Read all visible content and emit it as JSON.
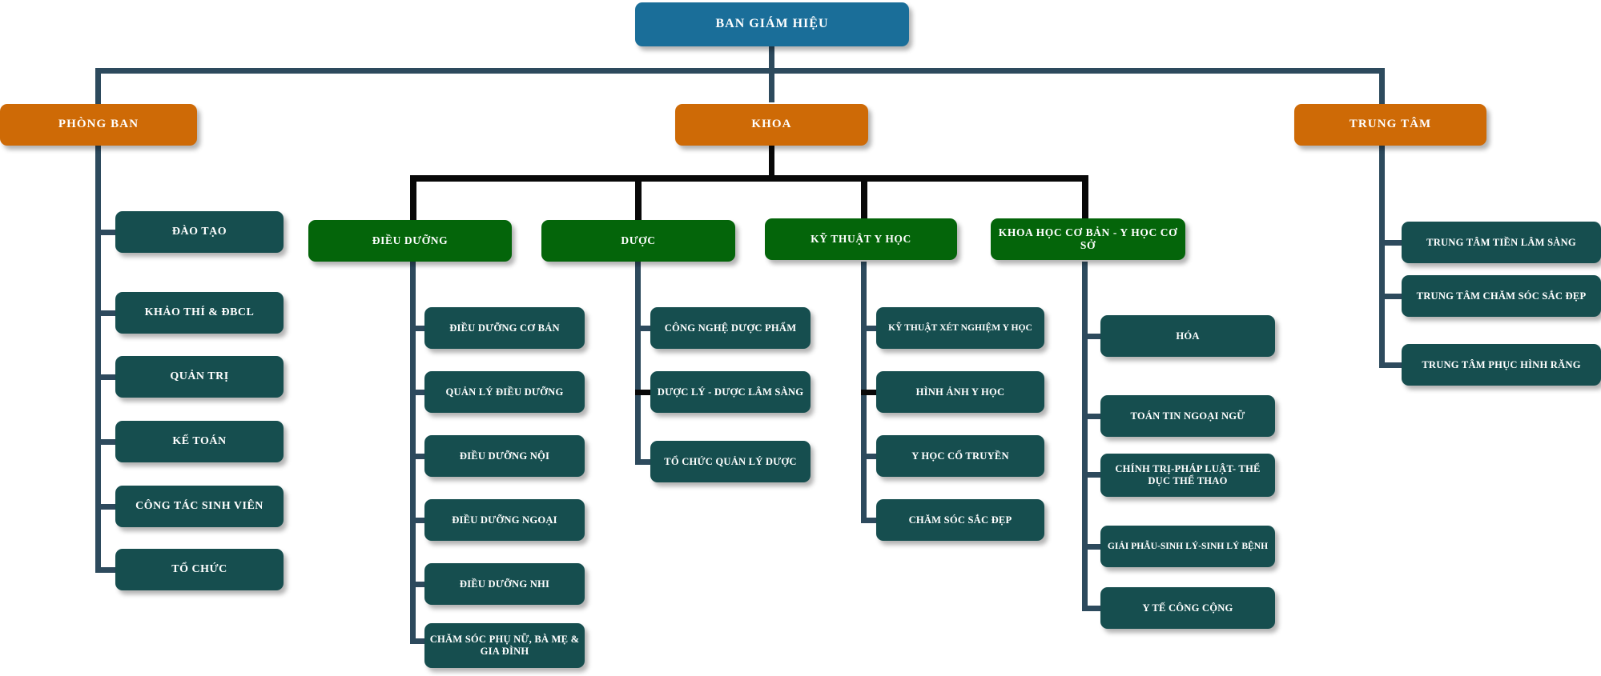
{
  "title": "So do to chuc",
  "colors": {
    "root": "#1a6e99",
    "category": "#ce6a06",
    "department": "#04650a",
    "leaf": "#164e4f",
    "connector": "#2d4a5d",
    "connector_dark": "#080808",
    "background": "#ffffff",
    "text": "#ffffff"
  },
  "root": {
    "label": "BAN GIÁM HIỆU"
  },
  "categories": [
    {
      "label": "PHÒNG BAN"
    },
    {
      "label": "KHOA"
    },
    {
      "label": "TRUNG TÂM"
    }
  ],
  "phong_ban": {
    "label": "PHÒNG BAN",
    "items": [
      {
        "label": "ĐÀO TẠO"
      },
      {
        "label": "KHẢO THÍ & ĐBCL"
      },
      {
        "label": "QUẢN TRỊ"
      },
      {
        "label": "KẾ TOÁN"
      },
      {
        "label": "CÔNG TÁC SINH VIÊN"
      },
      {
        "label": "TỔ CHỨC"
      }
    ]
  },
  "khoa": {
    "label": "KHOA",
    "departments": [
      {
        "label": "ĐIỀU DƯỠNG",
        "items": [
          {
            "label": "ĐIỀU DƯỠNG CƠ BẢN"
          },
          {
            "label": "QUẢN LÝ ĐIỀU DƯỠNG"
          },
          {
            "label": "ĐIỀU DƯỠNG NỘI"
          },
          {
            "label": "ĐIỀU DƯỠNG NGOẠI"
          },
          {
            "label": "ĐIỀU DƯỠNG NHI"
          },
          {
            "label": "CHĂM SÓC PHỤ NỮ, BÀ MẸ & GIA ĐÌNH"
          }
        ]
      },
      {
        "label": "DƯỢC",
        "items": [
          {
            "label": "CÔNG NGHỆ DƯỢC PHẨM"
          },
          {
            "label": "DƯỢC LÝ - DƯỢC LÂM SÀNG"
          },
          {
            "label": "TỔ CHỨC QUẢN LÝ DƯỢC"
          }
        ]
      },
      {
        "label": "KỸ THUẬT Y HỌC",
        "items": [
          {
            "label": "KỸ THUẬT XÉT NGHIỆM Y HỌC"
          },
          {
            "label": "HÌNH ẢNH Y HỌC"
          },
          {
            "label": "Y HỌC CỔ TRUYỀN"
          },
          {
            "label": "CHĂM SÓC SẮC ĐẸP"
          }
        ]
      },
      {
        "label": "KHOA HỌC CƠ BẢN - Y HỌC CƠ SỞ",
        "items": [
          {
            "label": "HÓA"
          },
          {
            "label": "TOÁN TIN NGOẠI NGỮ"
          },
          {
            "label": "CHÍNH TRỊ-PHÁP LUẬT- THỂ DỤC THỂ THAO"
          },
          {
            "label": "GIẢI PHẪU-SINH LÝ-SINH LÝ BỆNH"
          },
          {
            "label": "Y TẾ CÔNG CỘNG"
          }
        ]
      }
    ]
  },
  "trung_tam": {
    "label": "TRUNG TÂM",
    "items": [
      {
        "label": "TRUNG TÂM TIỀN LÂM SÀNG"
      },
      {
        "label": "TRUNG TÂM CHĂM SÓC SẮC ĐẸP"
      },
      {
        "label": "TRUNG TÂM PHỤC HÌNH RĂNG"
      }
    ]
  }
}
